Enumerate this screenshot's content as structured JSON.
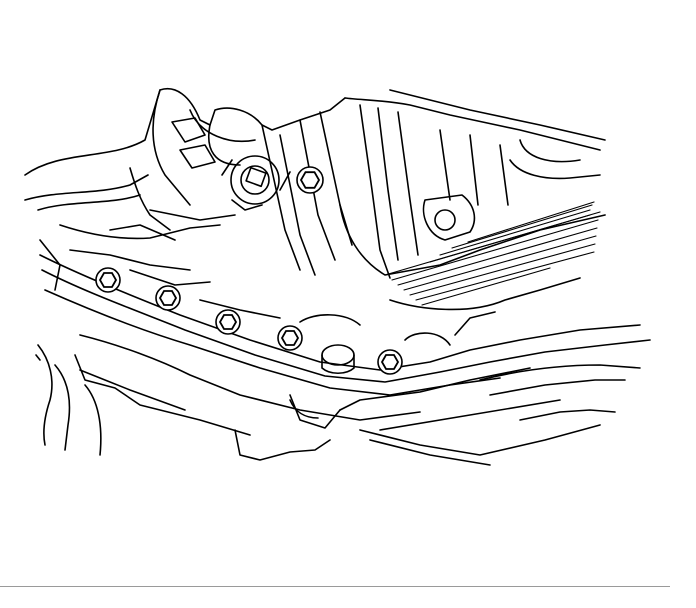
{
  "illustration": {
    "bolts": [
      {
        "id": "pan-bolt-1"
      },
      {
        "id": "pan-bolt-2"
      },
      {
        "id": "pan-bolt-3"
      },
      {
        "id": "pan-bolt-4"
      },
      {
        "id": "pan-bolt-5"
      },
      {
        "id": "pan-bolt-6"
      }
    ],
    "line_color": "#000000",
    "background": "#ffffff",
    "rule_color": "#9a9a9a"
  }
}
